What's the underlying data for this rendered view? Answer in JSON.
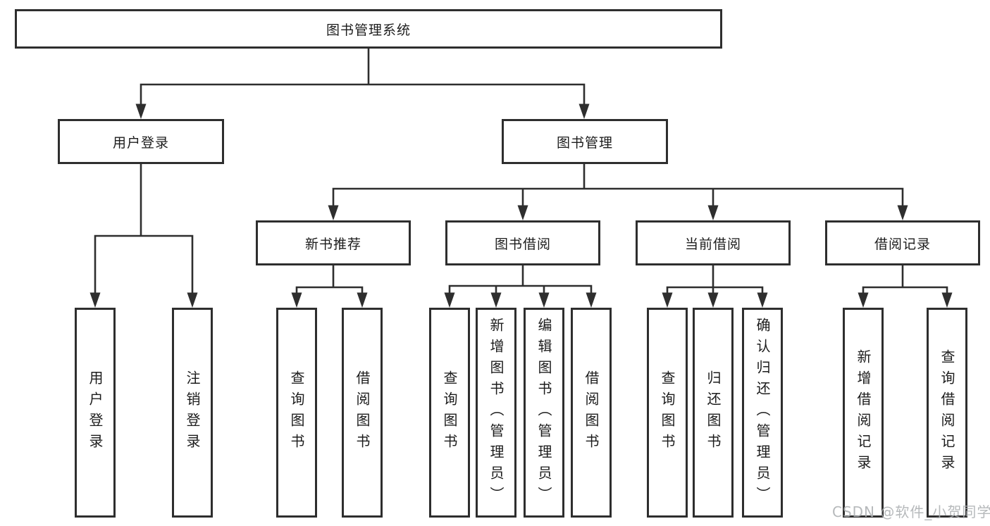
{
  "diagram": {
    "root": {
      "label": "图书管理系统"
    },
    "branches": [
      {
        "label": "用户登录",
        "children": [
          {
            "label": "用户登录"
          },
          {
            "label": "注销登录"
          }
        ]
      },
      {
        "label": "图书管理",
        "sections": [
          {
            "label": "新书推荐",
            "children": [
              {
                "label": "查询图书"
              },
              {
                "label": "借阅图书"
              }
            ]
          },
          {
            "label": "图书借阅",
            "children": [
              {
                "label": "查询图书"
              },
              {
                "label": "新增图书（管理员）"
              },
              {
                "label": "编辑图书（管理员）"
              },
              {
                "label": "借阅图书"
              }
            ]
          },
          {
            "label": "当前借阅",
            "children": [
              {
                "label": "查询图书"
              },
              {
                "label": "归还图书"
              },
              {
                "label": "确认归还（管理员）"
              }
            ]
          },
          {
            "label": "借阅记录",
            "children": [
              {
                "label": "新增借阅记录"
              },
              {
                "label": "查询借阅记录"
              }
            ]
          }
        ]
      }
    ]
  },
  "watermark": {
    "text": "CSDN @软件_小贺同学"
  },
  "colors": {
    "line": "#2e2e2e",
    "box_border": "#2e2e2e",
    "text": "#1c1c1c",
    "watermark": "#acafb2",
    "background": "#ffffff"
  }
}
